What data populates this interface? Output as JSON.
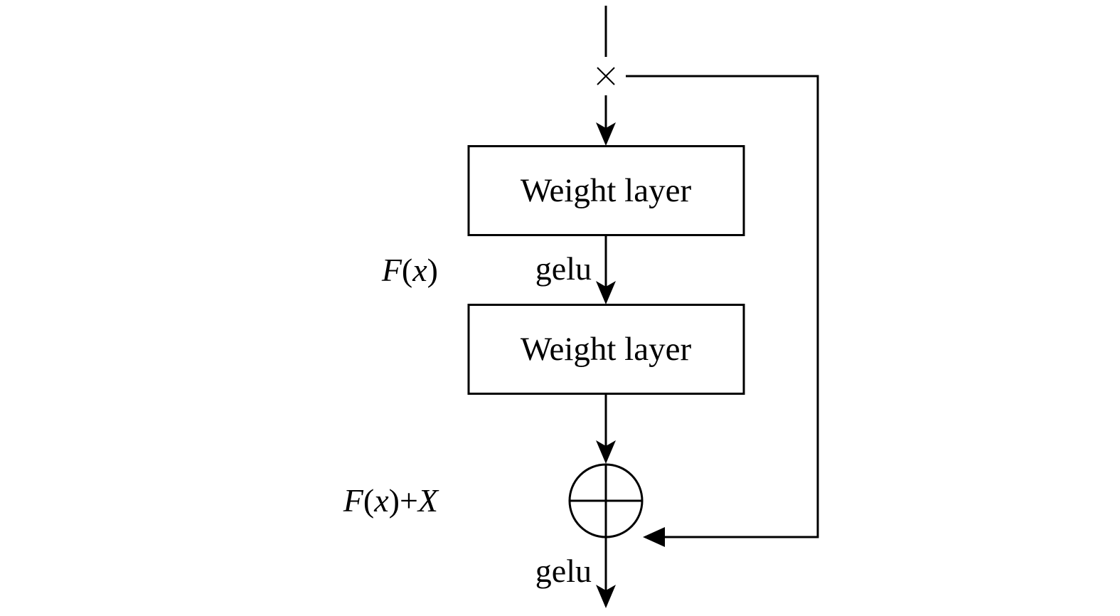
{
  "diagram": {
    "title": "",
    "type": "residual block",
    "colors": {
      "stroke": "#000000",
      "background": "#ffffff"
    },
    "nodes": {
      "multiply": {
        "symbol": "×"
      },
      "weight_layer_1": {
        "label": "Weight layer"
      },
      "weight_layer_2": {
        "label": "Weight layer"
      },
      "sum": {
        "symbol": "⊕"
      }
    },
    "edge_labels": {
      "activation_1": "gelu",
      "activation_2": "gelu"
    },
    "side_labels": {
      "fx": "F(x)",
      "fx_plus_x_F": "F",
      "fx_plus_x_paren_open": "(",
      "fx_plus_x_x": "x",
      "fx_plus_x_paren_close": ")",
      "fx_plus_x_plus": "+",
      "fx_plus_x_X": "X",
      "fx_F": "F",
      "fx_paren_open": "(",
      "fx_x": "x",
      "fx_paren_close": ")"
    },
    "edges": [
      {
        "from": "input",
        "to": "multiply"
      },
      {
        "from": "multiply",
        "to": "weight_layer_1"
      },
      {
        "from": "weight_layer_1",
        "to": "weight_layer_2",
        "label": "gelu"
      },
      {
        "from": "weight_layer_2",
        "to": "sum"
      },
      {
        "from": "multiply",
        "to": "sum",
        "kind": "skip connection"
      },
      {
        "from": "sum",
        "to": "output",
        "label": "gelu"
      }
    ]
  }
}
